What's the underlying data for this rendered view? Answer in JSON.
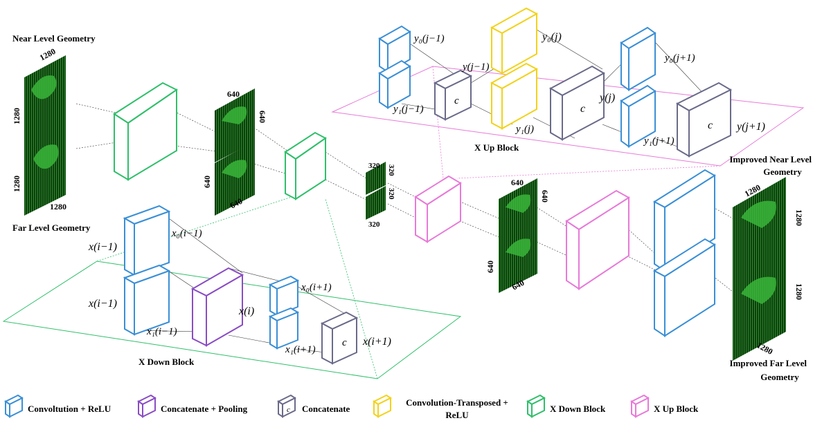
{
  "inputs": {
    "near_title": "Near Level Geometry",
    "far_title": "Far Level Geometry",
    "size": "1280"
  },
  "outputs": {
    "near_title_line1": "Improved Near Level",
    "near_title_line2": "Geometry",
    "far_title_line1": "Improved Far Level",
    "far_title_line2": "Geometry",
    "size": "1280"
  },
  "feature_maps": {
    "size_640": "640",
    "size_320": "320"
  },
  "x_down_block": {
    "title": "X Down Block",
    "x_prev": "x(i−1)",
    "x0_prev": "x₀(i−1)",
    "x1_prev": "x₁(i−1)",
    "x_i": "x(i)",
    "x0_next": "x₀(i+1)",
    "x1_next": "x₁(i+1)",
    "x_next": "x(i+1)",
    "concat": "c"
  },
  "x_up_block": {
    "title": "X Up Block",
    "y0_prev": "y₀(j−1)",
    "y_prev": "y(j−1)",
    "y1_prev": "y₁(j−1)",
    "y0_j": "y₀(j)",
    "y_j": "y(j)",
    "y1_j": "y₁(j)",
    "y0_next": "y₀(j+1)",
    "y1_next": "y₁(j+1)",
    "y_next": "y(j+1)",
    "concat": "c"
  },
  "legend": {
    "conv_relu": "Convoltution + ReLU",
    "concat_pool": "Concatenate + Pooling",
    "concat_symbol": "c",
    "concatenate": "Concatenate",
    "conv_transposed_line1": "Convolution-Transposed +",
    "conv_transposed_line2": "ReLU",
    "x_down": "X Down Block",
    "x_up": "X Up Block"
  },
  "colors": {
    "conv_blue": "#3a8fd6",
    "pool_purple": "#8a4cc4",
    "concat_gray": "#6a6a8a",
    "transposed_yellow": "#f2d21b",
    "down_green": "#2fbf6a",
    "up_pink": "#e77ad8",
    "image_green": "#1f7a1f"
  }
}
